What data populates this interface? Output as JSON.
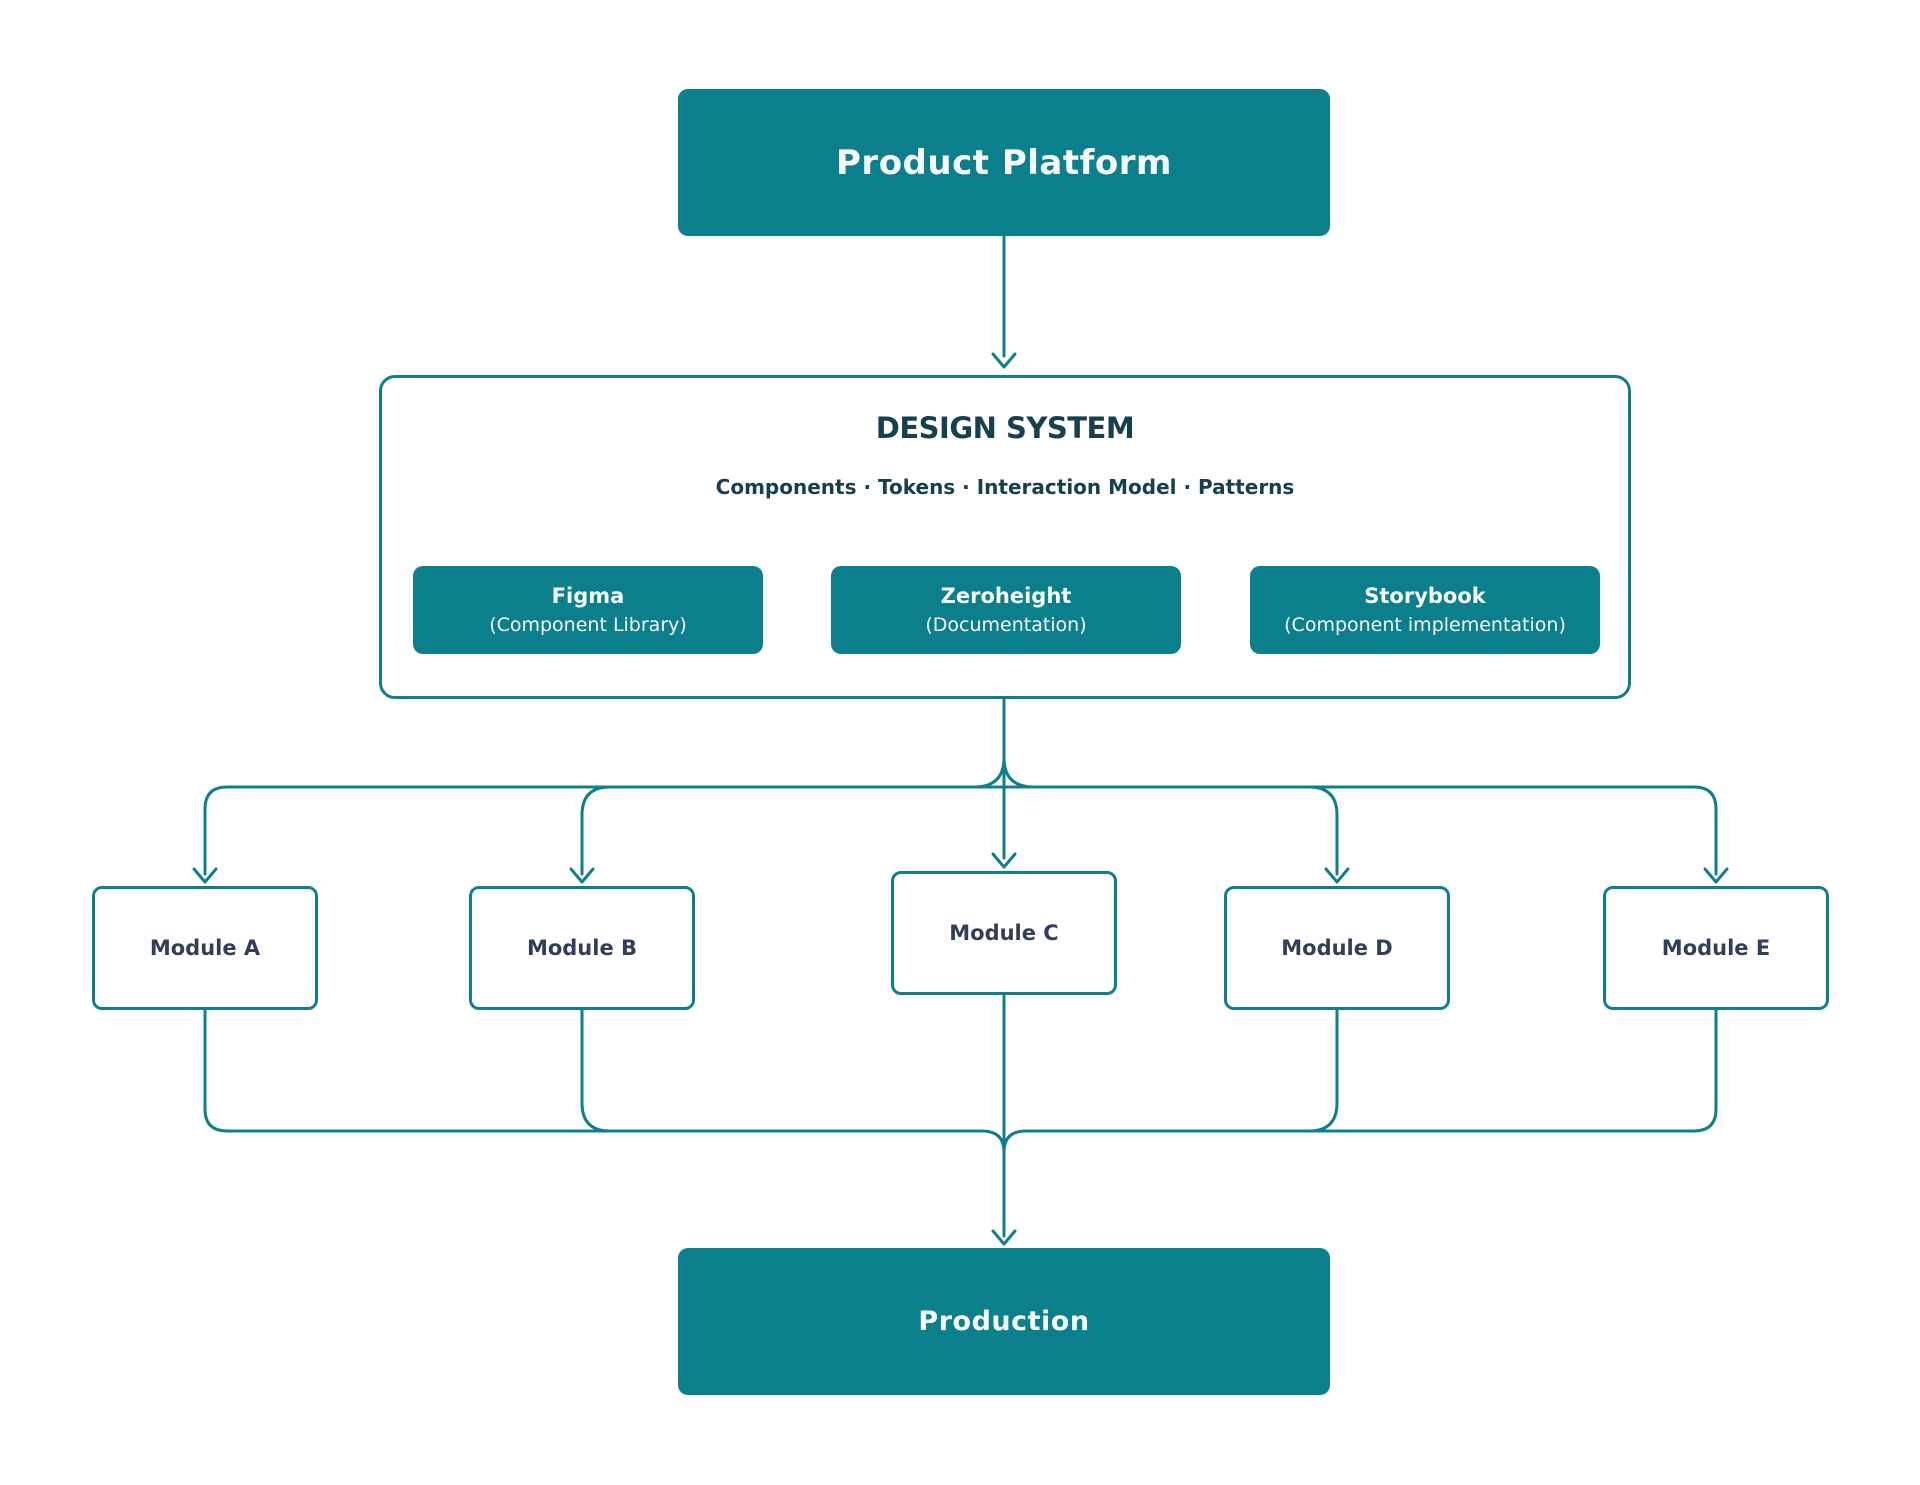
{
  "diagram": {
    "platform_node": {
      "label": "Product Platform"
    },
    "design_system": {
      "heading": "DESIGN SYSTEM",
      "subtitle": "Components · Tokens · Interaction Model · Patterns",
      "tools": [
        {
          "name": "Figma",
          "description": "(Component Library)"
        },
        {
          "name": "Zeroheight",
          "description": "(Documentation)"
        },
        {
          "name": "Storybook",
          "description": "(Component implementation)"
        }
      ]
    },
    "modules": [
      {
        "label": "Module A"
      },
      {
        "label": "Module B"
      },
      {
        "label": "Module C"
      },
      {
        "label": "Module D"
      },
      {
        "label": "Module E"
      }
    ],
    "production_node": {
      "label": "Production"
    },
    "colors": {
      "node_fill": "#0C7F8D",
      "connector": "#0F7F8D",
      "heading_text": "#16404E",
      "module_text": "#323E59",
      "node_text": "#F7FAFA",
      "background": "#FFFFFF"
    }
  }
}
